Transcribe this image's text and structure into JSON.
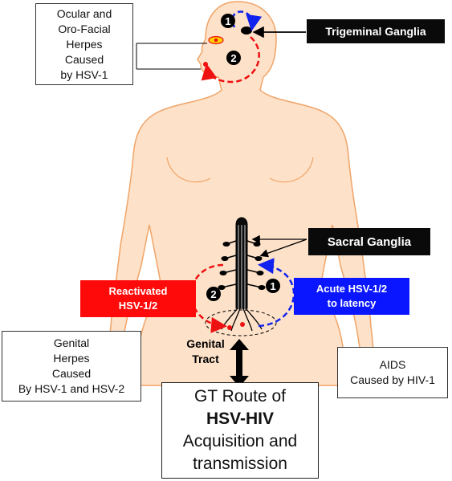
{
  "labels": {
    "ocular": "Ocular and\nOro-Facial\nHerpes\nCaused\nby HSV-1",
    "trigeminal": "Trigeminal Ganglia",
    "sacral": "Sacral Ganglia",
    "reactivated": "Reactivated\nHSV-1/2",
    "acute": "Acute HSV-1/2\nto latency",
    "genital_herpes": "Genital\nHerpes\nCaused\nBy HSV-1 and HSV-2",
    "genital_tract": "Genital\nTract",
    "aids": "AIDS\nCaused by HIV-1",
    "gt_route_line1": "GT Route of",
    "gt_route_line2": "HSV-HIV",
    "gt_route_line3": "Acquisition and\ntransmission",
    "num_one": "1",
    "num_two": "2"
  },
  "colors": {
    "body_outline": "#f0a468",
    "red": "#ee1111",
    "blue": "#1122ee",
    "dark": "#0a0a0a"
  }
}
